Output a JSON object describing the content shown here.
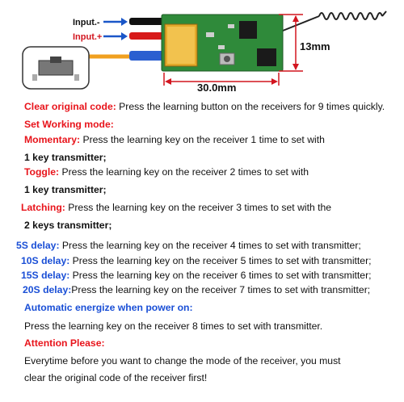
{
  "diagram": {
    "labels": {
      "input_neg": "Input.-",
      "input_pos": "Input.+",
      "width": "30.0mm",
      "height": "13mm"
    },
    "colors": {
      "red_wire": "#d71a1a",
      "black_wire": "#111111",
      "blue_wire": "#2b5fd0",
      "yellow_wire": "#f0a020",
      "pcb": "#2f8a3a",
      "dimension": "#d2151f",
      "arrow": "#1a56c8"
    }
  },
  "instructions": {
    "clear": {
      "label": "Clear original code:",
      "text": " Press the learning button on the receivers for 9 times quickly."
    },
    "set_mode": "Set Working mode:",
    "momentary": {
      "label": "Momentary:",
      "text": " Press the learning key on the receiver 1 time to set with",
      "line2": "1 key transmitter;"
    },
    "toggle": {
      "label": "Toggle:",
      "text": " Press the learning key on the receiver 2 times to set with",
      "line2": "1 key transmitter;"
    },
    "latching": {
      "label": "Latching:",
      "text": " Press the learning key on the receiver 3 times to set with the",
      "line2": "2 keys transmitter;"
    },
    "delays": [
      {
        "label": "5S delay:",
        "text": " Press the learning key on the receiver 4 times to set with transmitter;"
      },
      {
        "label": "10S delay:",
        "text": " Press the learning key on the receiver 5 times to set with transmitter;"
      },
      {
        "label": "15S delay:",
        "text": " Press the learning key on the receiver 6 times to set with transmitter;"
      },
      {
        "label": "20S delay:",
        "text": "Press the learning key on the receiver 7 times to set with transmitter;"
      }
    ],
    "auto": {
      "label": "Automatic energize when power on:",
      "text": "Press the learning key on the receiver 8 times to set with transmitter."
    },
    "attention": {
      "label": "Attention Please:",
      "line1": "Everytime before you want to change the mode of the receiver, you must",
      "line2": "clear the original code of the receiver first!"
    }
  }
}
